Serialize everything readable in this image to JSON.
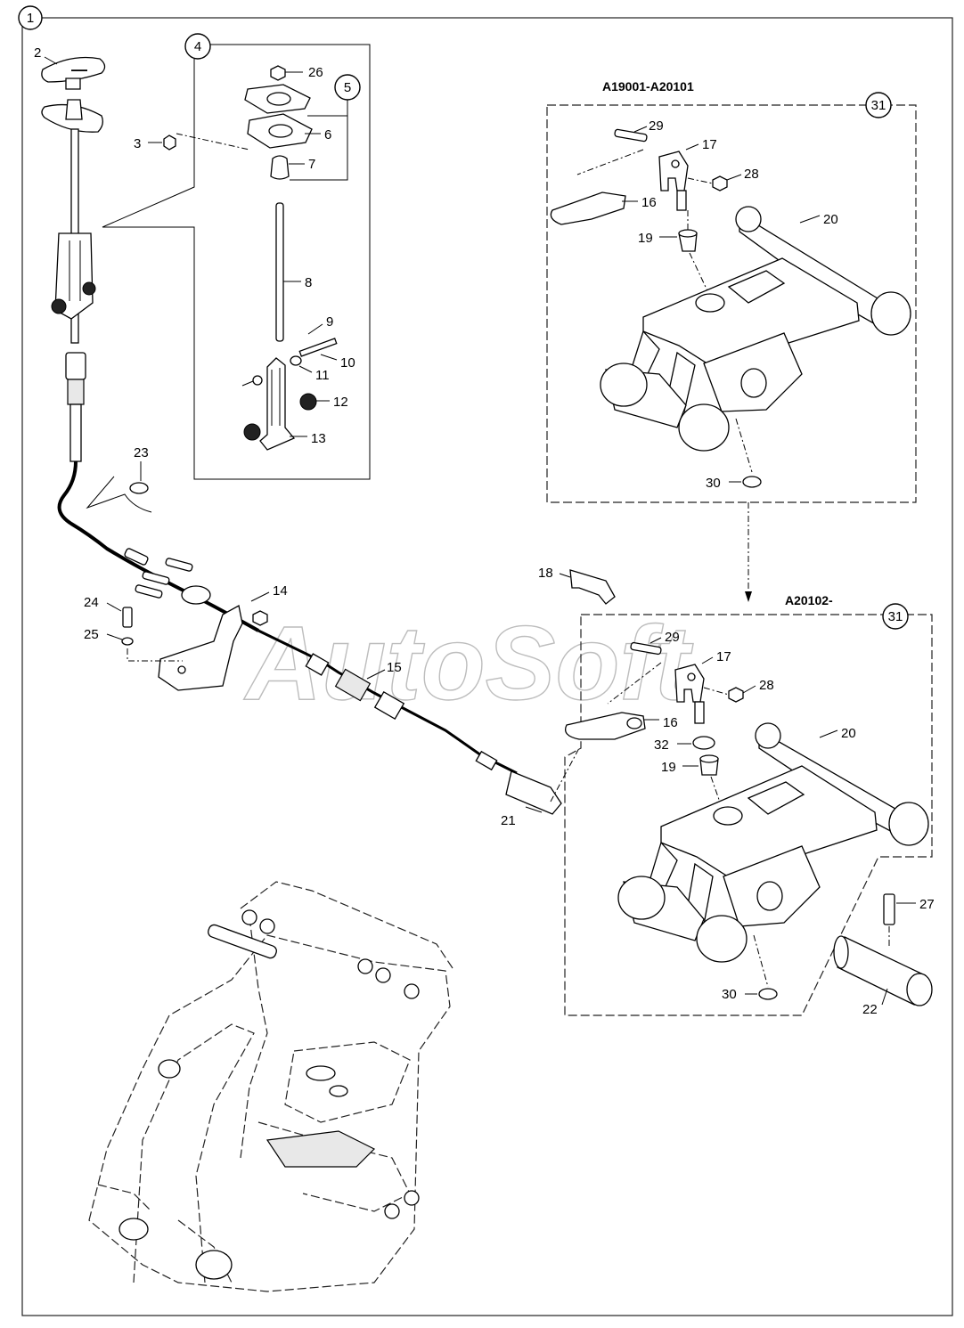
{
  "watermark": "AutoSoft",
  "frame_label": "1",
  "group_labels": {
    "g4": "4",
    "g5": "5",
    "g31_upper": "31",
    "g31_lower": "31"
  },
  "serial_ranges": {
    "upper": "A19001-A20101",
    "lower": "A20102-"
  },
  "callouts": {
    "c2": "2",
    "c3": "3",
    "c26": "26",
    "c6": "6",
    "c7": "7",
    "c8": "8",
    "c9": "9",
    "c10": "10",
    "c11": "11",
    "c12": "12",
    "c13": "13",
    "c23": "23",
    "c14": "14",
    "c24": "24",
    "c25": "25",
    "c15": "15",
    "c18": "18",
    "c21": "21",
    "u29": "29",
    "u17": "17",
    "u28": "28",
    "u16": "16",
    "u19": "19",
    "u20": "20",
    "u30": "30",
    "l29": "29",
    "l17": "17",
    "l28": "28",
    "l16": "16",
    "l32": "32",
    "l19": "19",
    "l20": "20",
    "l27": "27",
    "l30": "30",
    "l22": "22"
  }
}
